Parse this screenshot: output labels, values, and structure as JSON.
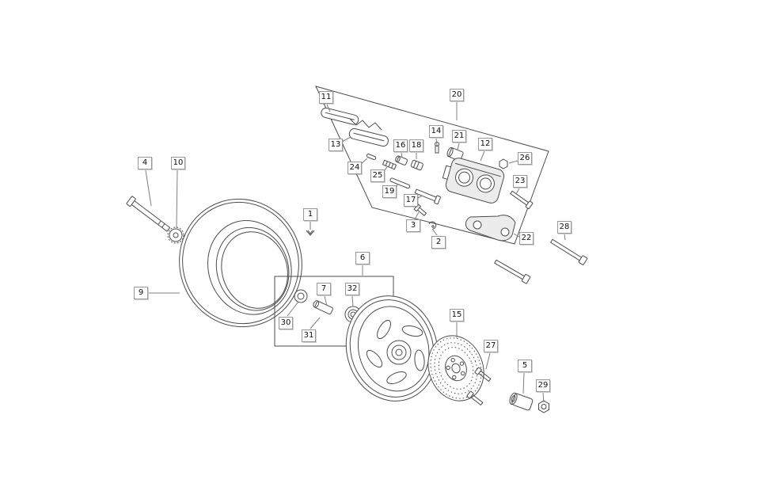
{
  "callouts": {
    "c1": "1",
    "c2": "2",
    "c3": "3",
    "c4": "4",
    "c5": "5",
    "c6": "6",
    "c7": "7",
    "c9": "9",
    "c10": "10",
    "c11": "11",
    "c12": "12",
    "c13": "13",
    "c14": "14",
    "c15": "15",
    "c16": "16",
    "c17": "17",
    "c18": "18",
    "c19": "19",
    "c20": "20",
    "c21": "21",
    "c22": "22",
    "c23": "23",
    "c24": "24",
    "c25": "25",
    "c26": "26",
    "c27": "27",
    "c28": "28",
    "c29": "29",
    "c30": "30",
    "c31": "31",
    "c32": "32"
  },
  "colors": {
    "background": "#ffffff",
    "line": "#4c4c4c",
    "leader": "#808080",
    "callout_bg": "#fdfdfd",
    "callout_border": "#999999",
    "callout_text": "#111111"
  }
}
